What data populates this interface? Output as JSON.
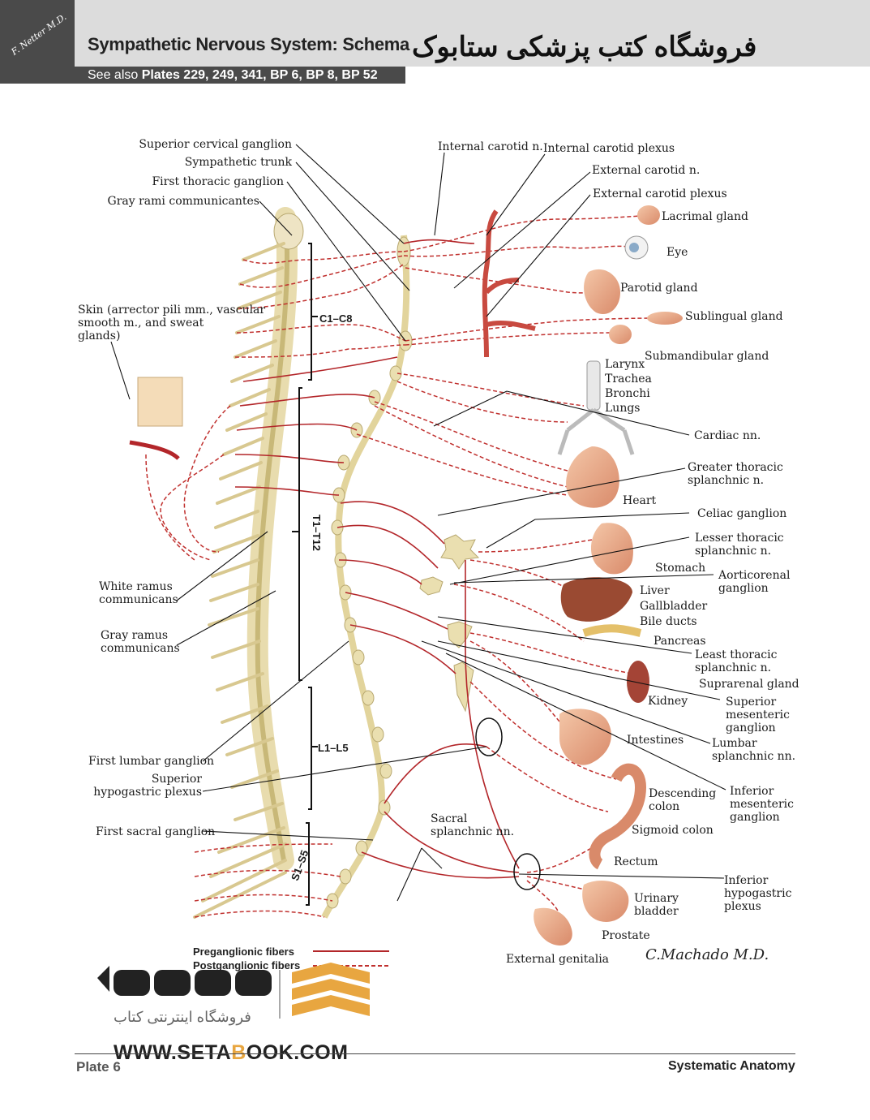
{
  "header": {
    "logo_signature": "F. Netter M.D.",
    "title": "Sympathetic Nervous System: Schema",
    "persian_title": "فروشگاه کتب پزشکی ستابوک",
    "see_also_prefix": "See also",
    "see_also_refs": "Plates 229, 249, 341, BP 6, BP 8, BP 52"
  },
  "labels": {
    "superior_cervical_ganglion": "Superior cervical ganglion",
    "sympathetic_trunk": "Sympathetic trunk",
    "first_thoracic_ganglion": "First thoracic ganglion",
    "gray_rami": "Gray rami communicantes",
    "skin": "Skin (arrector pili mm., vascular\nsmooth m., and sweat\nglands)",
    "c1_c8": "C1–C8",
    "t1_t12": "T1–T12",
    "l1_l5": "L1–L5",
    "s1_s5": "S1–S5",
    "white_ramus": "White ramus\ncommunicans",
    "gray_ramus": "Gray ramus\ncommunicans",
    "first_lumbar_ganglion": "First lumbar ganglion",
    "superior_hypogastric": "Superior\nhypogastric plexus",
    "first_sacral_ganglion": "First sacral ganglion",
    "sacral_splanchnic": "Sacral\nsplanchnic nn.",
    "internal_carotid_n": "Internal carotid n.",
    "internal_carotid_plexus": "Internal carotid plexus",
    "external_carotid_n": "External carotid n.",
    "external_carotid_plexus": "External carotid plexus",
    "lacrimal_gland": "Lacrimal gland",
    "eye": "Eye",
    "parotid_gland": "Parotid  gland",
    "sublingual_gland": "Sublingual gland",
    "submandibular_gland": "Submandibular gland",
    "larynx": "Larynx\nTrachea\nBronchi\nLungs",
    "cardiac_nn": "Cardiac nn.",
    "greater_splanchnic": "Greater thoracic\nsplanchnic n.",
    "heart": "Heart",
    "celiac_ganglion": "Celiac ganglion",
    "lesser_splanchnic": "Lesser thoracic\nsplanchnic n.",
    "stomach": "Stomach",
    "aorticorenal": "Aorticorenal\nganglion",
    "liver": "Liver\nGallbladder\nBile ducts",
    "pancreas": "Pancreas",
    "least_splanchnic": "Least thoracic\nsplanchnic n.",
    "suprarenal_gland": "Suprarenal gland",
    "kidney": "Kidney",
    "superior_mesenteric": "Superior\nmesenteric\nganglion",
    "intestines": "Intestines",
    "lumbar_splanchnic": "Lumbar\nsplanchnic nn.",
    "descending_colon": "Descending\ncolon",
    "inferior_mesenteric": "Inferior\nmesenteric\nganglion",
    "sigmoid_colon": "Sigmoid colon",
    "rectum": "Rectum",
    "inferior_hypogastric": "Inferior\nhypogastric\nplexus",
    "urinary_bladder": "Urinary\nbladder",
    "prostate": "Prostate",
    "external_genitalia": "External genitalia"
  },
  "legend": {
    "preganglionic": "Preganglionic fibers",
    "postganglionic": "Postganglionic fibers"
  },
  "signature": "C.Machado M.D.",
  "watermark": {
    "persian_text": "فروشگاه اینترنتی کتاب",
    "url_pre": "WWW.SETA",
    "url_accent": "B",
    "url_post": "OOK.COM"
  },
  "footer": {
    "plate": "Plate 6",
    "section": "Systematic Anatomy"
  },
  "colors": {
    "preganglionic": "#b3262a",
    "postganglionic": "#c0302e",
    "nerve_yellow": "#e8dcae",
    "header_gray": "#dcdcdc",
    "header_dark": "#4a4a4a",
    "watermark_orange": "#e8a640"
  }
}
